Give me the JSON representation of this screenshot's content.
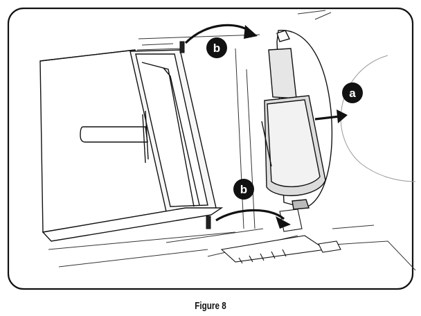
{
  "diagram": {
    "callouts": [
      {
        "id": "a",
        "label": "a"
      },
      {
        "id": "b-top",
        "label": "b"
      },
      {
        "id": "b-bottom",
        "label": "b"
      }
    ],
    "caption": "Figure 8"
  }
}
